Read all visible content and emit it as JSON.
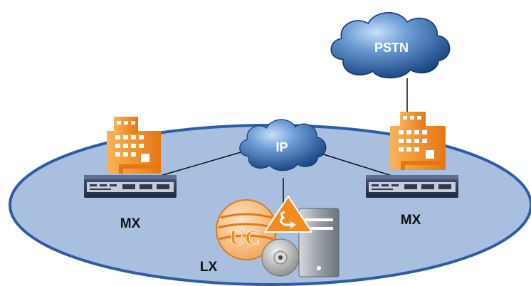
{
  "diagram": {
    "clouds": {
      "pstn": {
        "label": "PSTN"
      },
      "ip": {
        "label": "IP"
      }
    },
    "nodes": {
      "mx_left": {
        "label": "MX"
      },
      "mx_right": {
        "label": "MX"
      },
      "lx": {
        "label": "LX",
        "uc_text": "UC"
      }
    },
    "colors": {
      "ellipse_fill": "#a9bfe0",
      "ellipse_stroke": "#2e5da6",
      "cloud_dark": "#1c4f93",
      "cloud_light": "#9fc4ec",
      "building_orange": "#f28c1e",
      "device_dark": "#2b3a55",
      "server_gray": "#8a8f96"
    }
  }
}
